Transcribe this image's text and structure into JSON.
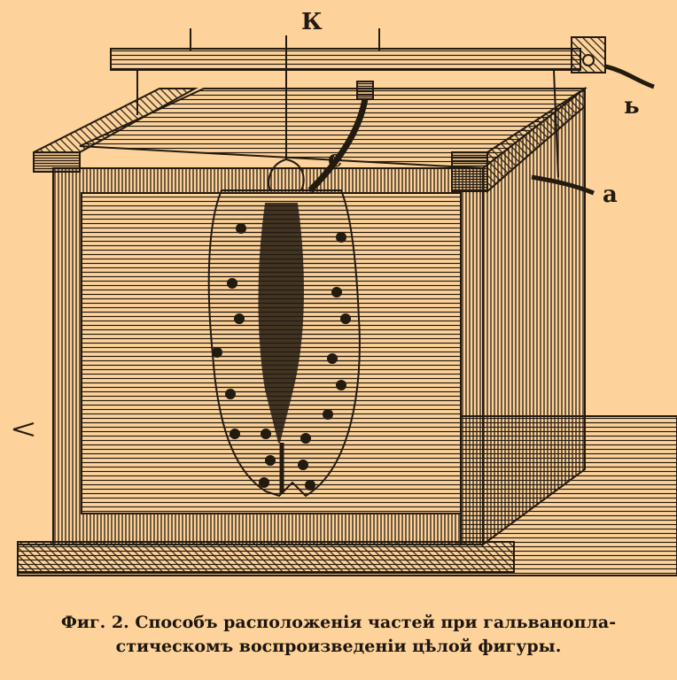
{
  "figure": {
    "labels": {
      "k": "К",
      "b": "ь",
      "e": "е",
      "a": "а"
    },
    "caption": {
      "line1": "Фиг. 2. Способъ расположенія частей при гальванопла-",
      "line2": "стическомъ воспроизведенiи цѣлой фигуры."
    },
    "colors": {
      "paper": "#fdd39b",
      "ink": "#231a10"
    }
  }
}
